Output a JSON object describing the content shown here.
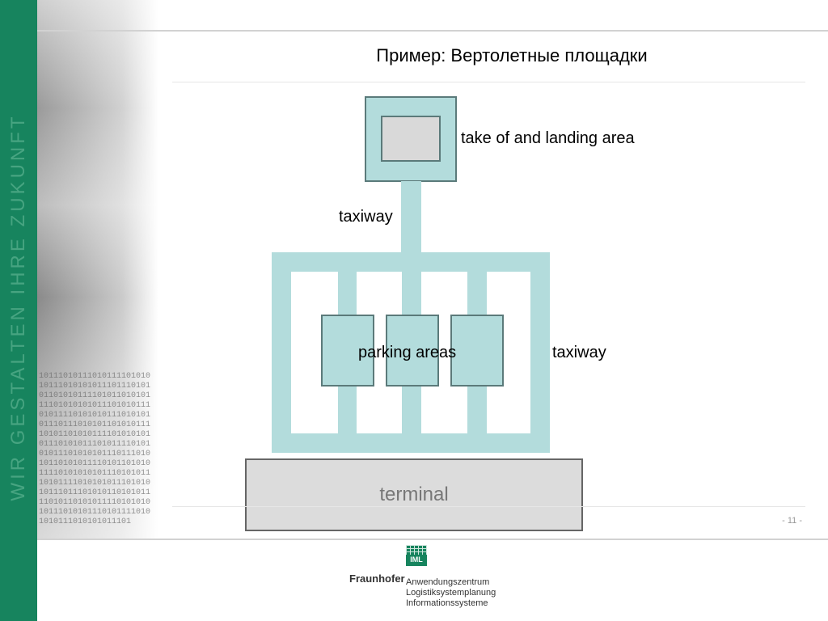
{
  "header": {
    "title": "Пример: Вертолетные площадки"
  },
  "decor": {
    "slogan": "WIR GESTALTEN IHRE ZUKUNFT",
    "binary": "1011101011101011110101010111010101011101110101011010101111010110101011110101010101110101011101011110101010111010101011101110101011010101111010110101011110101010101110101011101011110101010111010101011101110101011010101111010110101011110101010101110101011101011110101010111010101011101110101011010101111010110101011110101010101110101011101011110101010111010101011101"
  },
  "diagram": {
    "labels": {
      "takeoff": "take of and landing area",
      "taxiway_top": "taxiway",
      "parking": "parking areas",
      "taxiway_right": "taxiway",
      "terminal": "terminal"
    },
    "colors": {
      "taxiway": "#b3dcdc",
      "parking_fill": "#b3dcdc",
      "border": "#5b7a7a",
      "pad_fill": "#d9d9d9",
      "terminal_fill": "#dcdcdc",
      "terminal_border": "#666666"
    }
  },
  "footer": {
    "page_number": "- 11 -",
    "logo": {
      "icon_text": "IML",
      "brand": "Fraunhofer",
      "lines": [
        "Anwendungszentrum",
        "Logistiksystemplanung",
        "Informationssysteme"
      ]
    }
  },
  "colors": {
    "accent": "#17845e",
    "header_line": "#d2d2d2"
  }
}
